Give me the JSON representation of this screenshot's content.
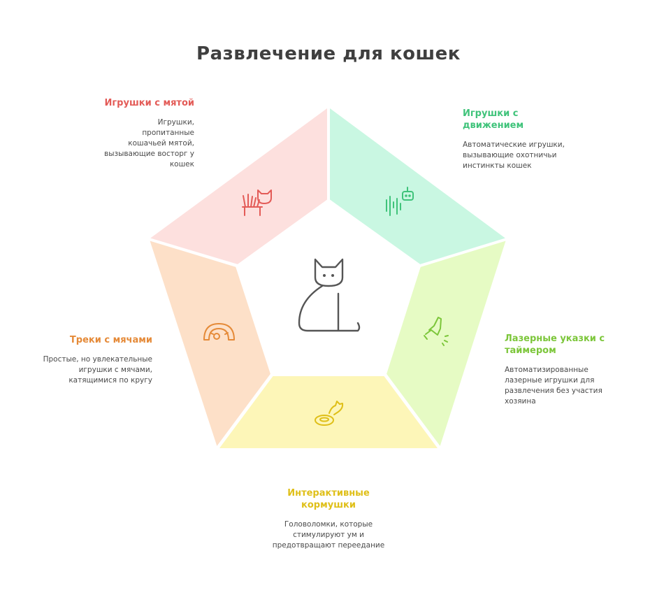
{
  "title": "Развлечение для кошек",
  "center_icon": "cat-icon",
  "segments": [
    {
      "key": "catnip",
      "title": "Игрушки с мятой",
      "description": "Игрушки, пропитанные кошачьей мятой, вызывающие восторг у кошек",
      "icon": "catnip-toy-icon",
      "color": "#e35b57",
      "fill": "#fde0de"
    },
    {
      "key": "motion",
      "title": "Игрушки с движением",
      "description": "Автоматические игрушки, вызывающие охотничьи инстинкты кошек",
      "icon": "robot-sound-icon",
      "color": "#3fc37a",
      "fill": "#c9f7e2"
    },
    {
      "key": "laser",
      "title": "Лазерные указки с таймером",
      "description": "Автоматизированные лазерные игрушки для развлечения без участия хозяина",
      "icon": "laser-pointer-icon",
      "color": "#7cc63a",
      "fill": "#e6fbc4"
    },
    {
      "key": "feeder",
      "title": "Интерактивные кормушки",
      "description": "Головоломки, которые стимулируют ум и предотвращают переедание",
      "icon": "feeder-icon",
      "color": "#dfbf18",
      "fill": "#fdf6b8"
    },
    {
      "key": "tracks",
      "title": "Треки с мячами",
      "description": "Простые, но увлекательные игрушки с мячами, катящимися по кругу",
      "icon": "ball-track-icon",
      "color": "#e58a38",
      "fill": "#fde0c8"
    }
  ]
}
